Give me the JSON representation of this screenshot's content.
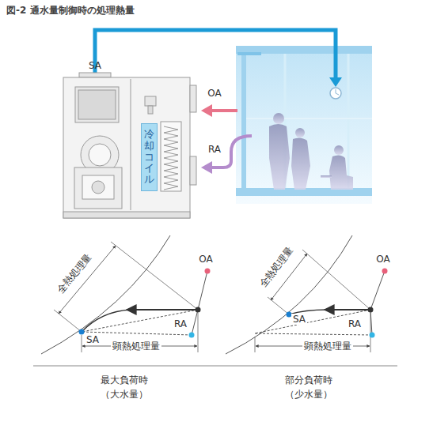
{
  "diagram": {
    "title": "図-2 通水量制御時の処理熱量",
    "nodes": [
      {
        "text": [
          "冷却コイル"
        ]
      }
    ],
    "labels": [
      "SA",
      "OA",
      "RA",
      "全熱処理量",
      "OA",
      "SA",
      "RA",
      "顕熱処理量",
      "全熱処理量",
      "OA",
      "SA",
      "RA",
      "顕熱処理量",
      "最大負荷時",
      "（大水量）",
      "部分負荷時",
      "（少水量）"
    ]
  }
}
